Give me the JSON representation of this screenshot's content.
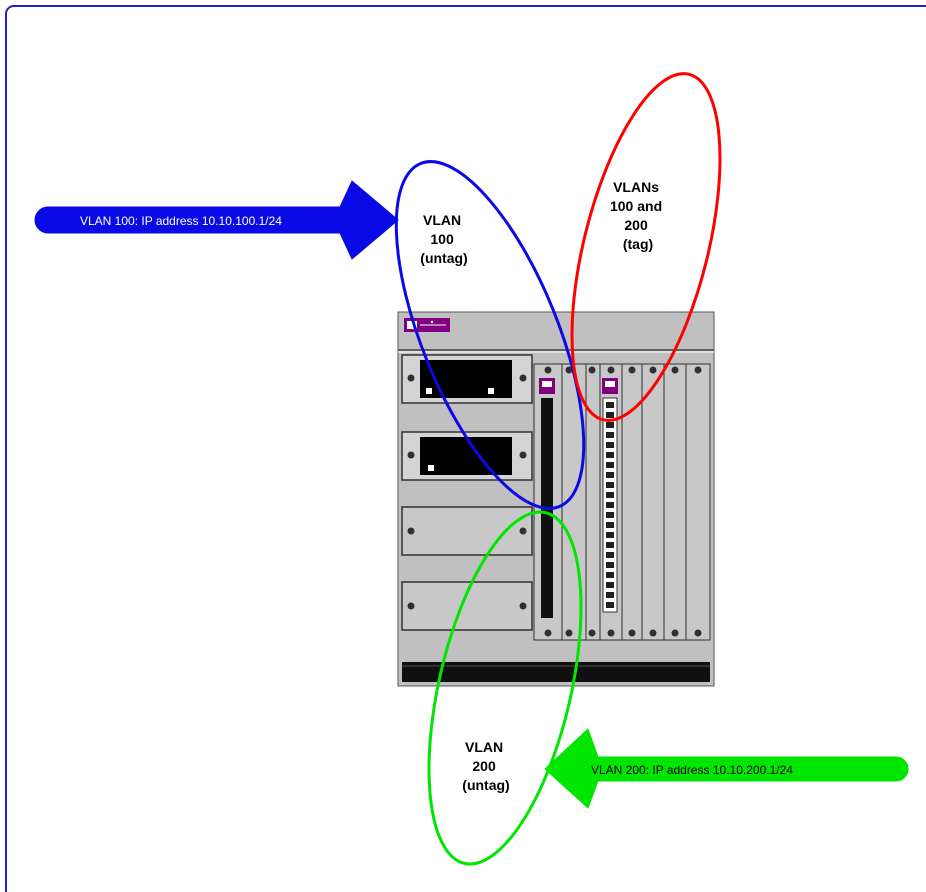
{
  "colors": {
    "border": "#2020c8",
    "vlan100": "#0a0ae6",
    "vlan200": "#00e600",
    "tagged": "#ff0000",
    "chassis": "#c0c0c0",
    "card_badge": "#800080"
  },
  "arrows": {
    "vlan100": {
      "text": "VLAN 100: IP address 10.10.100.1/24",
      "text_color": "#ffffff"
    },
    "vlan200": {
      "text": "VLAN 200: IP address 10.10.200.1/24",
      "text_color": "#000000"
    }
  },
  "labels": {
    "vlan100": {
      "lines": [
        "VLAN",
        "100",
        "(untag)"
      ]
    },
    "tagged": {
      "lines": [
        "VLANs",
        "100 and",
        "200",
        "(tag)"
      ]
    },
    "vlan200": {
      "lines": [
        "VLAN",
        "200",
        "(untag)"
      ]
    }
  }
}
